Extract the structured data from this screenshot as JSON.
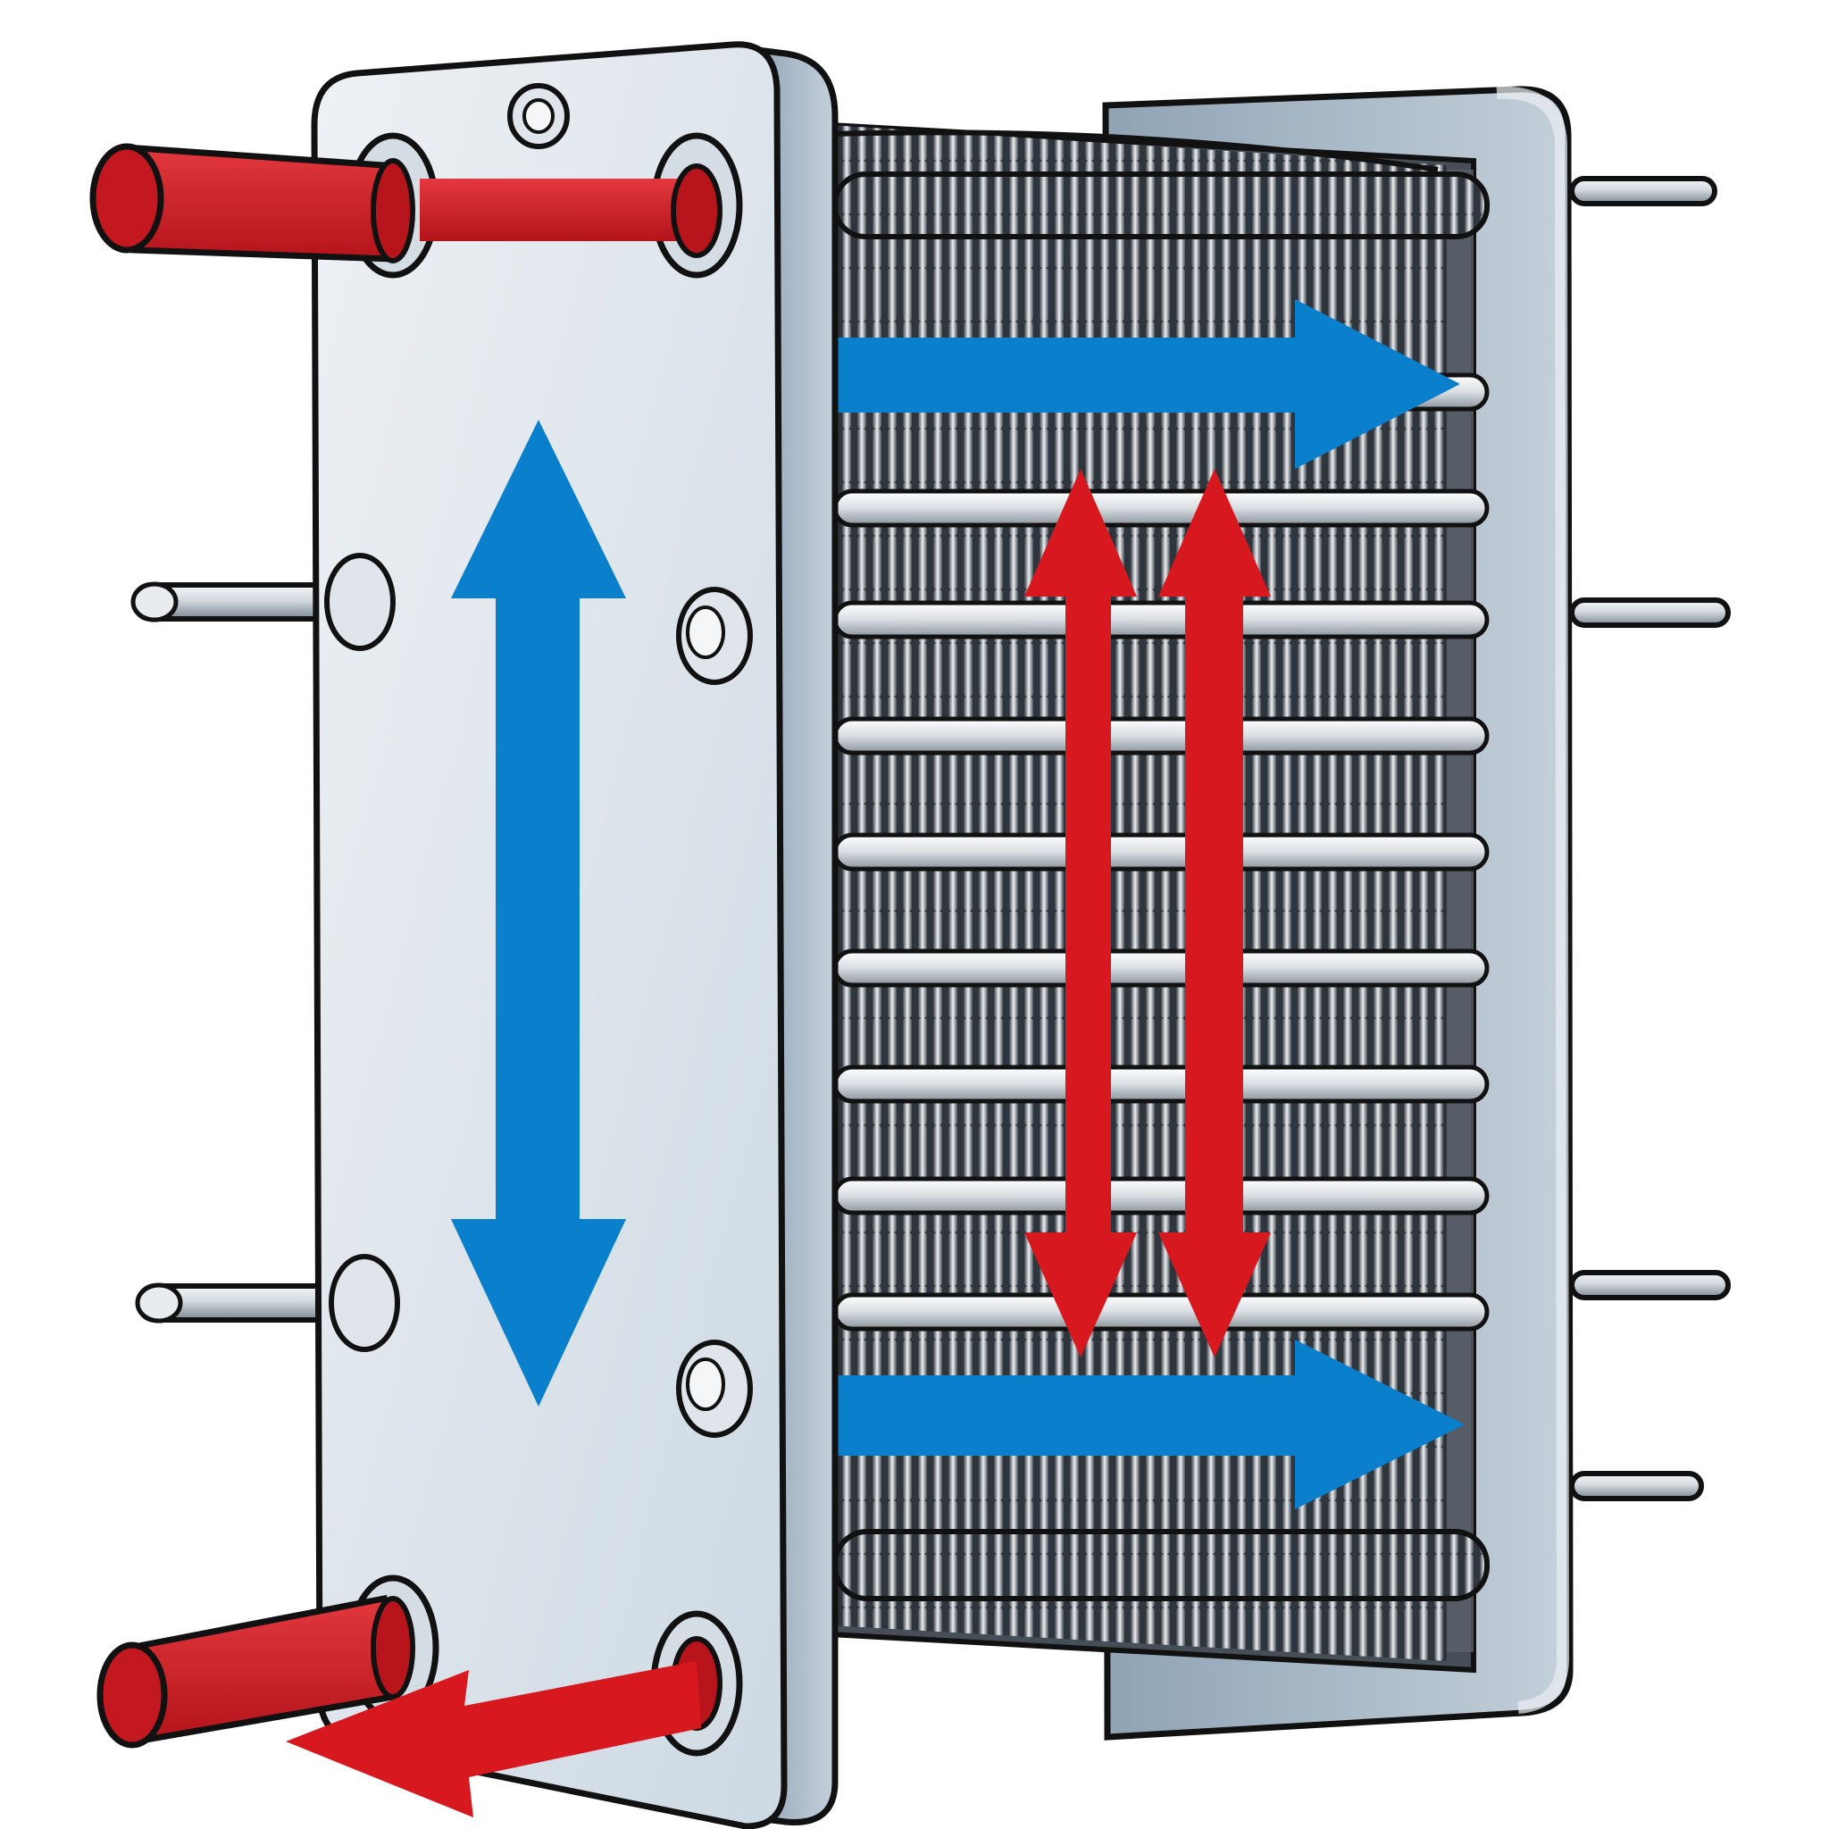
{
  "diagram": {
    "subject": "plate-heat-exchanger",
    "text_labels": [],
    "colors": {
      "hot_flow": "#d7191f",
      "hot_pipe": "#d41f26",
      "cold_flow": "#0a7fcc",
      "frame_steel": "#c8d2dc",
      "frame_edge": "#9aaab8",
      "plate_light": "#e8ecef",
      "plate_dark": "#4a525c",
      "outline": "#111111",
      "background": "#ffffff"
    },
    "components": [
      {
        "id": "front-frame-plate",
        "icon": "frame-plate"
      },
      {
        "id": "rear-pressure-plate",
        "icon": "frame-plate"
      },
      {
        "id": "plate-pack",
        "icon": "corrugated-plates"
      },
      {
        "id": "hot-inlet-pipe",
        "icon": "pipe",
        "fluid": "hot"
      },
      {
        "id": "hot-outlet-pipe",
        "icon": "pipe",
        "fluid": "hot"
      },
      {
        "id": "tie-bolts",
        "icon": "tie-rod"
      }
    ],
    "flows": [
      {
        "id": "cold-vertical",
        "fluid": "cold",
        "direction": "bidirectional-vertical"
      },
      {
        "id": "cold-top",
        "fluid": "cold",
        "direction": "right"
      },
      {
        "id": "cold-bottom",
        "fluid": "cold",
        "direction": "right"
      },
      {
        "id": "hot-vertical-left",
        "fluid": "hot",
        "direction": "bidirectional-vertical"
      },
      {
        "id": "hot-vertical-right",
        "fluid": "hot",
        "direction": "bidirectional-vertical"
      },
      {
        "id": "hot-outlet",
        "fluid": "hot",
        "direction": "left"
      }
    ]
  }
}
